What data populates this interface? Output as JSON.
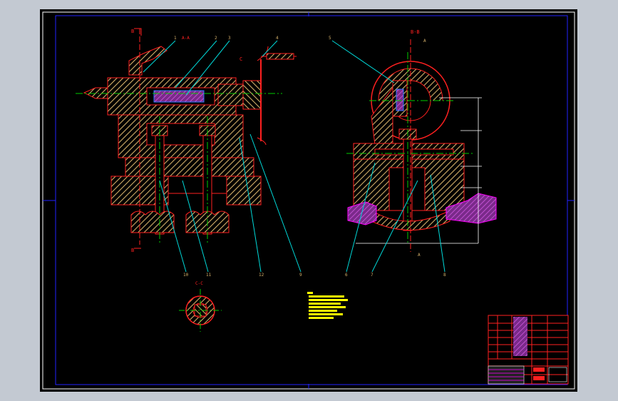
{
  "drawing": {
    "main_view": {
      "section_mark": "B",
      "view_label": "A-A",
      "leader_numbers": [
        "1",
        "2",
        "3",
        "4",
        "5",
        "6",
        "7",
        "8",
        "9"
      ],
      "bottom_numbers": [
        "10",
        "11",
        "12",
        "9"
      ],
      "bottom_section_mark": "B",
      "c_mark": "C"
    },
    "side_view": {
      "title": "B-B",
      "leader_number": "5",
      "a_mark": "A",
      "bottom_numbers": [
        "6",
        "7",
        "8"
      ],
      "bottom_mark": "A"
    },
    "section_cc": {
      "title": "C-C"
    },
    "title_block": {
      "rows": 12
    }
  },
  "colors": {
    "page_bg": "#c3c9d2",
    "sheet_bg": "#000000",
    "frame": "#ffffff",
    "border": "#0000cc",
    "part_lines": "#ff2020",
    "hatch": "#d4b06a",
    "center_lines": "#00cc00",
    "leaders": "#00d8d8",
    "fastener": "#ff00ff",
    "note_text": "#ffff00"
  }
}
